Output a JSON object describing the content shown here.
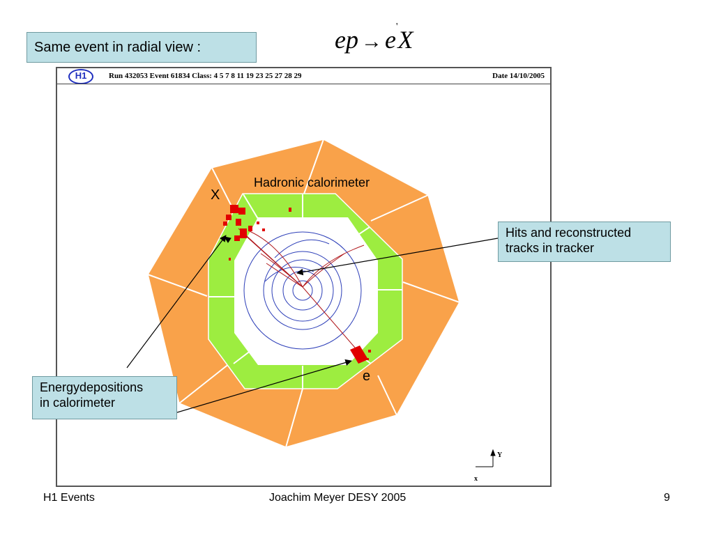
{
  "slide": {
    "title_box": "Same event  in radial view :",
    "formula": {
      "lhs": "ep",
      "arrow": "→",
      "rhs_particle": "e",
      "rhs_prime": "'",
      "rhs_rest": "X"
    }
  },
  "event_display": {
    "logo_text": "H1",
    "header_run": "Run 432053  Event 61834  Class: 4 5 7 8 11 19 23 25 27 28 29",
    "header_date": "Date 14/10/2005",
    "labels": {
      "hadronic_calorimeter": "Hadronic calorimeter",
      "x_label": "X",
      "e_label": "e",
      "axis_y": "Y",
      "axis_x": "x"
    }
  },
  "callouts": {
    "hits": {
      "line1": "Hits and reconstructed",
      "line2": "tracks in tracker"
    },
    "energy": {
      "line1": "Energydepositions",
      "line2": "in calorimeter"
    }
  },
  "footer": {
    "left": "H1 Events",
    "center": "Joachim Meyer  DESY  2005",
    "right": "9"
  },
  "colors": {
    "callout_fill": "#bde0e6",
    "hadronic_cal": "#f9a24a",
    "em_cal": "#9ded40",
    "deposits": "#e10000",
    "tracker_lines": "#2c3eb8"
  }
}
